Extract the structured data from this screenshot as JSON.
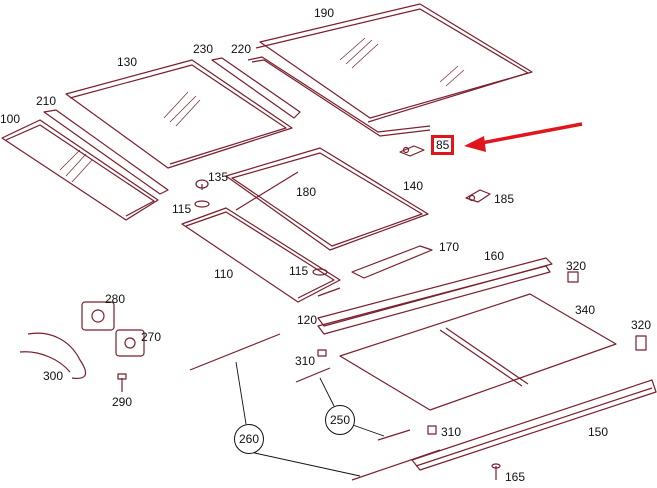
{
  "diagram": {
    "callouts": {
      "c190": "190",
      "c230": "230",
      "c220": "220",
      "c130": "130",
      "c210": "210",
      "c100": "100",
      "c85": "85",
      "c185": "185",
      "c135": "135",
      "c180": "180",
      "c140": "140",
      "c115a": "115",
      "c170": "170",
      "c160": "160",
      "c320a": "320",
      "c110": "110",
      "c115b": "115",
      "c280": "280",
      "c340": "340",
      "c320b": "320",
      "c120": "120",
      "c270": "270",
      "c310a": "310",
      "c300": "300",
      "c290": "290",
      "c250": "250",
      "c310b": "310",
      "c150": "150",
      "c260": "260",
      "c165": "165"
    },
    "highlighted_callout": "85",
    "colors": {
      "part_line": "#7a1f2b",
      "callout_text": "#111111",
      "highlight": "#e1161c",
      "background": "#ffffff"
    }
  }
}
